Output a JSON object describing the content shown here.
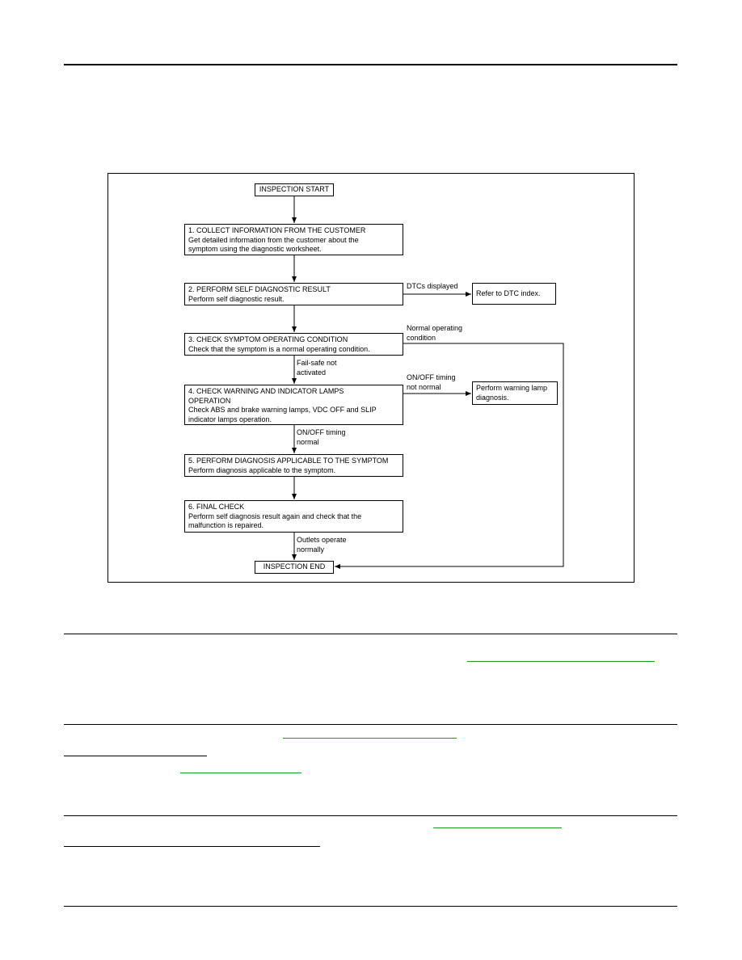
{
  "flowchart": {
    "start": "INSPECTION START",
    "step1": {
      "title": "1. COLLECT INFORMATION FROM THE CUSTOMER",
      "lines": [
        "Get detailed information from the customer about the",
        "symptom using the diagnostic worksheet."
      ]
    },
    "step2": {
      "title": "2. PERFORM SELF DIAGNOSTIC RESULT",
      "lines": [
        "Perform self diagnostic result."
      ]
    },
    "step3": {
      "title": "3. CHECK SYMPTOM OPERATING CONDITION",
      "lines": [
        " Check that the symptom is a normal operating condition."
      ]
    },
    "step4": {
      "title": "4. CHECK WARNING AND INDICATOR LAMPS",
      "lines": [
        "OPERATION",
        "Check ABS and brake warning lamps, VDC OFF and SLIP",
        "indicator lamps operation."
      ]
    },
    "step5": {
      "title": "5. PERFORM DIAGNOSIS APPLICABLE TO THE SYMPTOM",
      "lines": [
        "Perform diagnosis applicable to the symptom."
      ]
    },
    "step6": {
      "title": "6. FINAL CHECK",
      "lines": [
        "Perform self diagnosis result again and check that the",
        "malfunction is repaired."
      ]
    },
    "end": "INSPECTION END",
    "side_dtc": "Refer to DTC index.",
    "side_lamp": [
      "Perform warning lamp",
      "diagnosis."
    ],
    "labels": {
      "dtcs_displayed": "DTCs displayed",
      "normal_condition": [
        "Normal operating",
        "condition"
      ],
      "failsafe": [
        "Fail-safe not",
        "activated"
      ],
      "onoff_not_normal": [
        "ON/OFF timing",
        "not normal"
      ],
      "onoff_normal": [
        "ON/OFF timing",
        "normal"
      ],
      "outlets": [
        "Outlets operate",
        "normally"
      ]
    }
  },
  "colors": {
    "link": "#1a9e1a",
    "line": "#000000"
  }
}
